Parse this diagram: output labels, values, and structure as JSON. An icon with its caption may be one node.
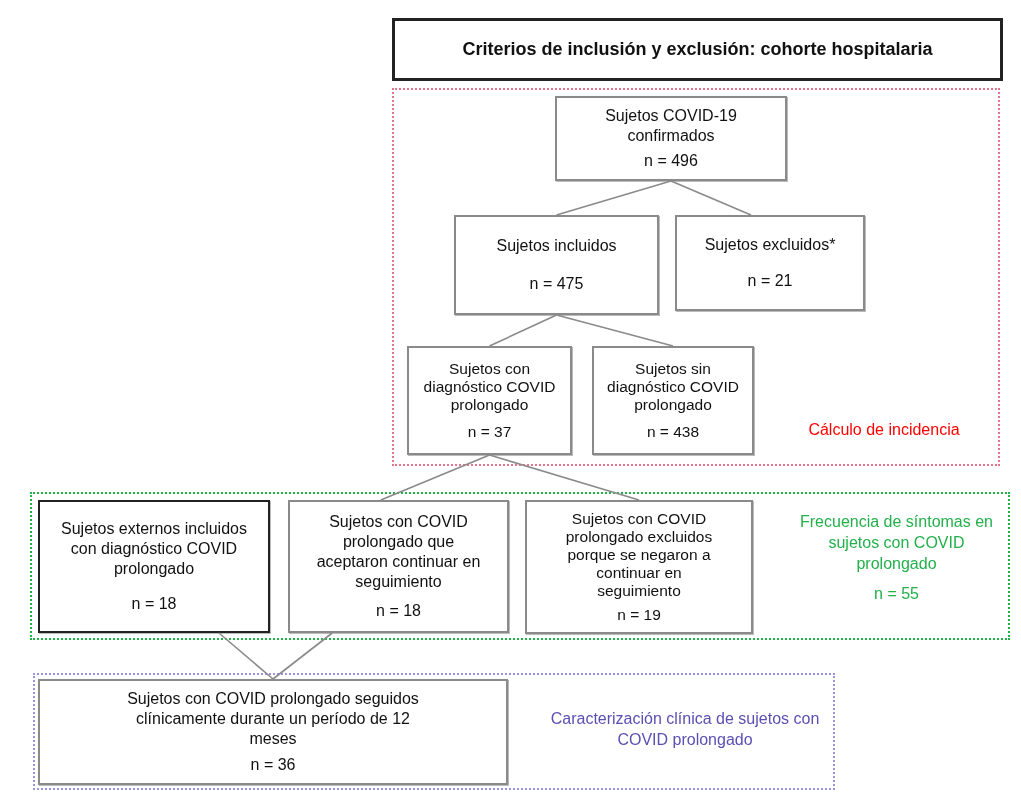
{
  "diagram": {
    "nodes": [
      {
        "text": [
          "Criterios de inclusión y exclusión: cohorte hospitalaria"
        ]
      },
      {
        "text": [
          "Cálculo de incidencia"
        ]
      },
      {
        "text": [
          "Sujetos COVID-19 confirmados",
          "n = 496"
        ],
        "in": 1
      },
      {
        "text": [
          "Sujetos incluidos",
          "n = 475"
        ],
        "in": 1
      },
      {
        "text": [
          "Sujetos excluidos*",
          "n = 21"
        ],
        "in": 1
      },
      {
        "text": [
          "Sujetos con diagnóstico COVID prolongado",
          "n = 37"
        ],
        "in": 1
      },
      {
        "text": [
          "Sujetos sin diagnóstico COVID prolongado",
          "n = 438"
        ],
        "in": 1
      },
      {
        "text": [
          "Frecuencia de síntomas en sujetos con COVID prolongado",
          "n = 55"
        ]
      },
      {
        "text": [
          "Sujetos externos incluidos con diagnóstico COVID prolongado",
          "n = 18"
        ],
        "in": 7
      },
      {
        "text": [
          "Sujetos con COVID prolongado que aceptaron continuar en seguimiento",
          "n = 18"
        ],
        "in": 7
      },
      {
        "text": [
          "Sujetos con COVID prolongado excluidos porque se negaron a continuar en seguimiento",
          "n = 19"
        ],
        "in": 7
      },
      {
        "text": [
          "Caracterización clínica de sujetos con COVID prolongado"
        ]
      },
      {
        "text": [
          "Sujetos con COVID prolongado seguidos clínicamente durante un período de 12 meses",
          "n = 36"
        ],
        "in": 11
      }
    ],
    "edges": [
      {
        "from": 2,
        "to": 3,
        "arrow": "none"
      },
      {
        "from": 2,
        "to": 4,
        "arrow": "none"
      },
      {
        "from": 3,
        "to": 5,
        "arrow": "none"
      },
      {
        "from": 3,
        "to": 6,
        "arrow": "none"
      },
      {
        "from": 5,
        "to": 9,
        "arrow": "none"
      },
      {
        "from": 5,
        "to": 10,
        "arrow": "none"
      },
      {
        "from": 8,
        "to": 12,
        "arrow": "none"
      },
      {
        "from": 9,
        "to": 12,
        "arrow": "none"
      }
    ]
  }
}
